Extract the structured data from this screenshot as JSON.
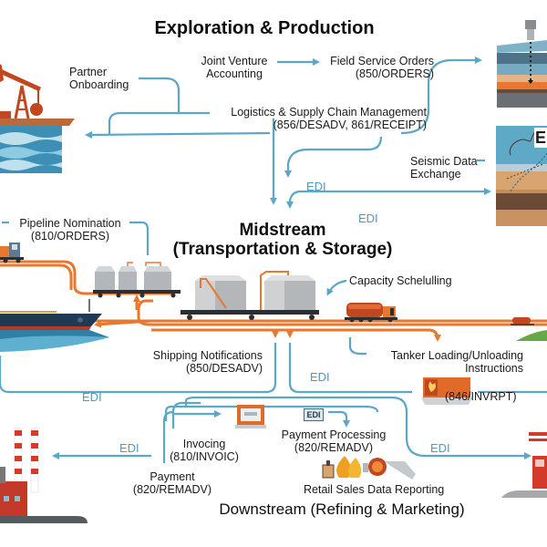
{
  "sections": {
    "exploration": "Exploration & Production",
    "midstream_line1": "Midstream",
    "midstream_line2": "(Transportation & Storage)",
    "downstream": "Downstream (Refining & Marketing)"
  },
  "labels": {
    "partner_onboarding": [
      "Partner",
      "Onboarding"
    ],
    "joint_venture": [
      "Joint Venture",
      "Accounting"
    ],
    "field_service": [
      "Field Service Orders",
      "(850/ORDERS)"
    ],
    "logistics": [
      "Logistics & Supply Chain Management",
      "(856/DESADV, 861/RECEIPT)"
    ],
    "seismic": [
      "Seismic Data",
      "Exchange"
    ],
    "pipeline_nomination": [
      "Pipeline Nomination",
      "(810/ORDERS)"
    ],
    "capacity": "Capacity Schelulling",
    "shipping": [
      "Shipping Notifications",
      "(850/DESADV)"
    ],
    "tanker": [
      "Tanker Loading/Unloading",
      "Instructions"
    ],
    "inventory": "(846/INVRPT)",
    "invoicing": [
      "Invocing",
      "(810/INVOIC)"
    ],
    "payment": [
      "Payment",
      "(820/REMADV)"
    ],
    "payment_processing": [
      "Payment Processing",
      "(820/REMADV)"
    ],
    "retail": "Retail Sales Data Reporting",
    "edi_badge": "EDI",
    "seismic_panel_letter": "E"
  },
  "edi_labels": [
    "EDI",
    "EDI",
    "EDI",
    "EDI",
    "EDI",
    "EDI"
  ],
  "icons": {
    "pumpjack": "oil-pumpjack-icon",
    "geology_top": "drilling-rig-strata-icon",
    "geology_seismic": "seismic-strata-icon",
    "tanker_truck": "tanker-truck-icon",
    "storage_tanks": "storage-tank-icon",
    "ship": "tanker-ship-icon",
    "refinery": "refinery-icon",
    "gas_station": "gas-station-icon",
    "monitor": "inventory-monitor-icon"
  },
  "colors": {
    "flow_blue": "#5aa7c8",
    "pipeline_orange": "#e8782e",
    "rust": "#c2461f",
    "dark": "#2b2f33"
  }
}
